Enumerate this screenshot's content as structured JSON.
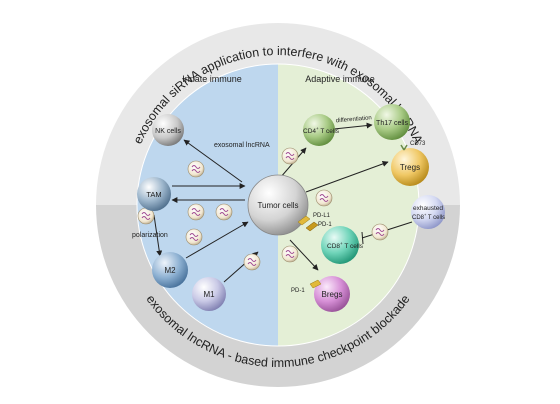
{
  "ring": {
    "top_text": "exosomal siRNA application to interfere with exosomal lncRNA",
    "bottom_text": "exosomal lncRNA - based immune checkpoint blockade"
  },
  "sections": {
    "left": "Innate immune",
    "right": "Adaptive immune"
  },
  "center": {
    "label": "Tumor cells"
  },
  "cells": {
    "nk": "NK cells",
    "tam": "TAM",
    "m2": "M2",
    "m1": "M1",
    "cd4": "CD4",
    "cd4_rest": " T cells",
    "th17": "Th17 cells",
    "tregs": "Tregs",
    "cd8": "CD8",
    "cd8_rest": " T cells",
    "bregs": "Bregs",
    "exhausted_line1": "exhausted",
    "exhausted_line2_a": "CD8",
    "exhausted_line2_b": " T cells"
  },
  "labels": {
    "exosomal_lncrna": "exosomal lncRNA",
    "polarization": "polarization",
    "differentiation": "differentiation",
    "cd73": "CD73",
    "pdl1": "PD-L1",
    "pd1": "PD-1",
    "pd1_bregs": "PD-1",
    "sup_plus": "+"
  },
  "colors": {
    "ring": "#d6d6d6",
    "innate_bg": "#bed7ee",
    "adaptive_bg": "#e4efd6"
  }
}
